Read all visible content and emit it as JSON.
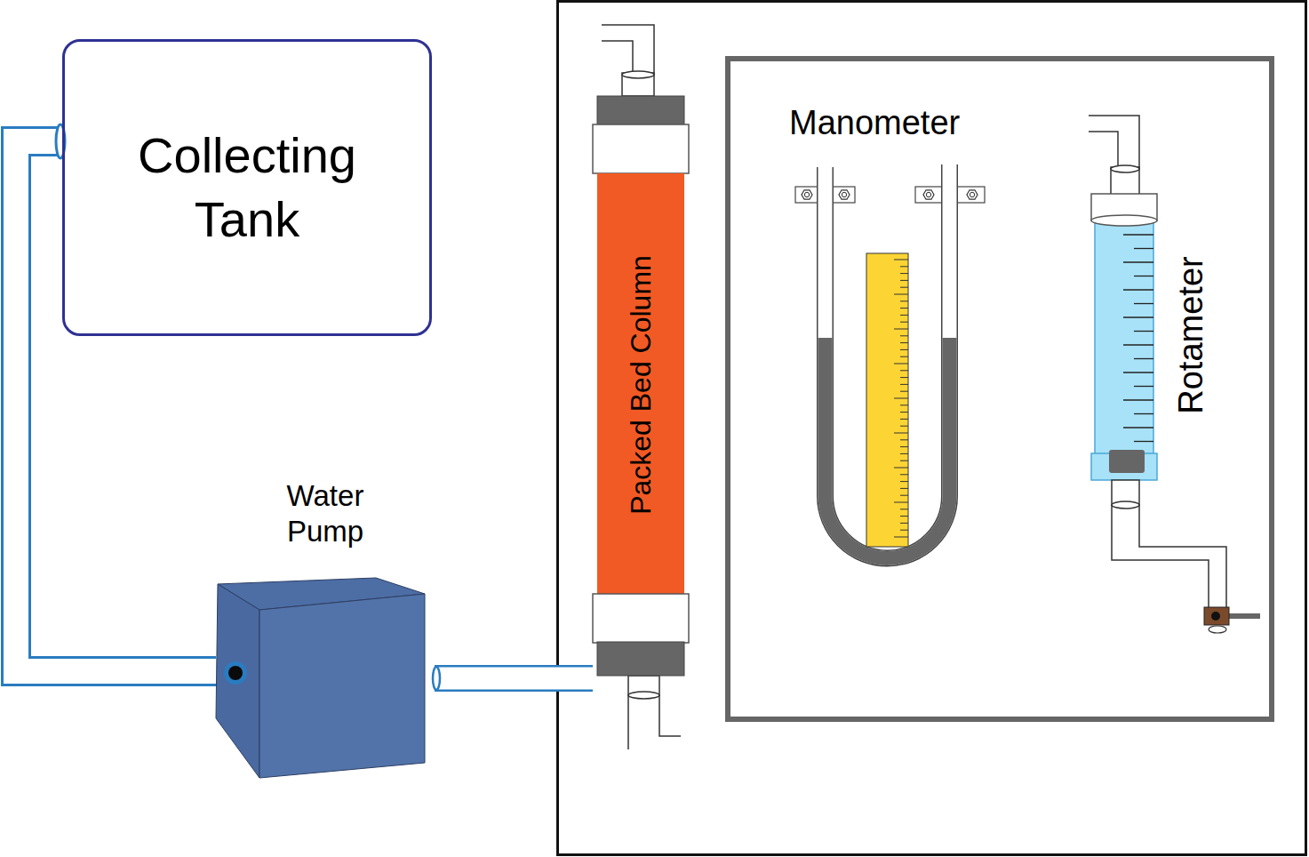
{
  "diagram": {
    "nodes": [
      {
        "text": [
          "Collecting Tank"
        ]
      },
      {
        "text": [
          "Water Pump"
        ]
      },
      {
        "text": [
          "Packed Bed Column"
        ]
      },
      {
        "text": [
          "Manometer"
        ]
      },
      {
        "text": [
          "Rotameter"
        ]
      }
    ],
    "edges": [
      {
        "from": 0,
        "to": 1,
        "arrow": "none"
      },
      {
        "from": 1,
        "to": 2,
        "arrow": "none"
      }
    ]
  }
}
